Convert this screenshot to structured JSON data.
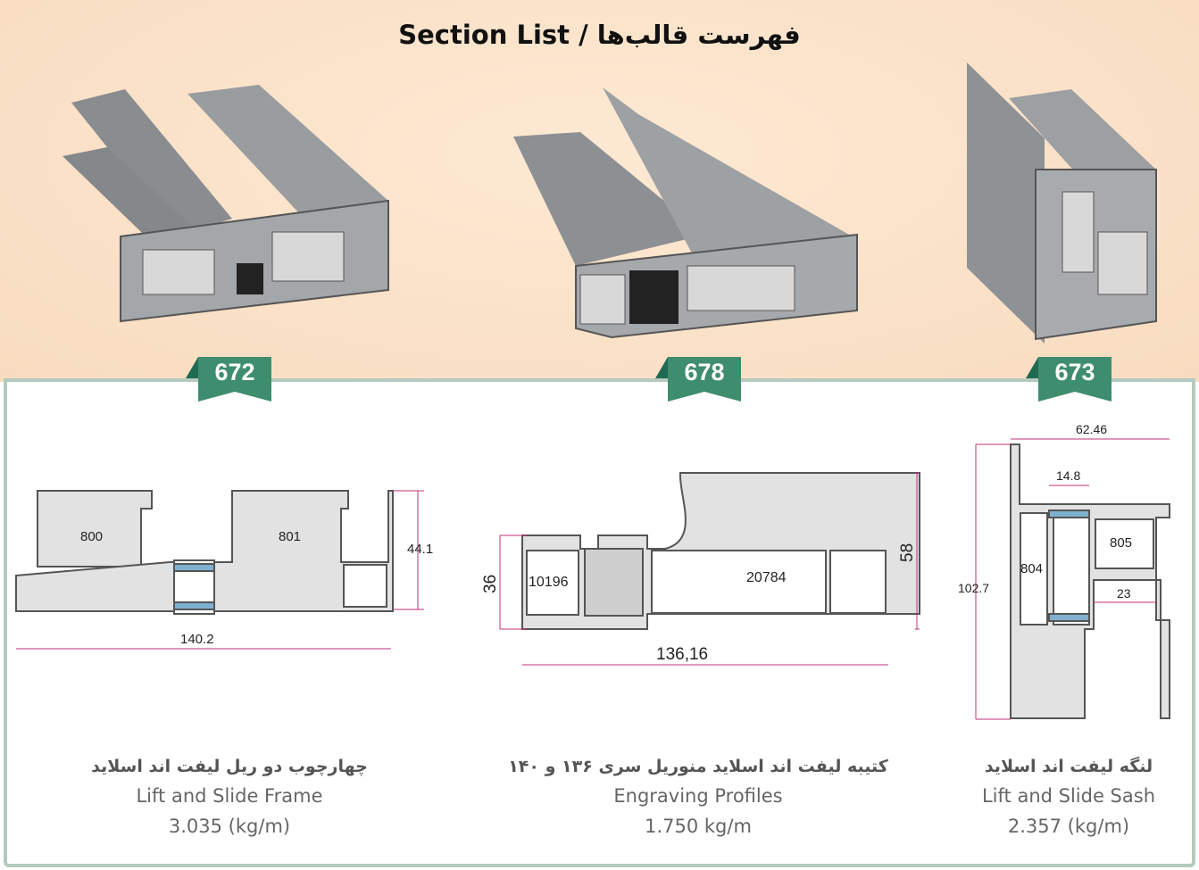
{
  "title": "Section List / فهرست قالب‌ها",
  "colors": {
    "badge": "#3e8d6f",
    "panel_border": "#b6cabf",
    "top_bg": "#fbe3c8",
    "dimension": "#c0307a"
  },
  "products": [
    {
      "code": "672",
      "name_fa": "چهارچوب دو ریل لیفت اند اسلاید",
      "name_en": "Lift and Slide Frame",
      "weight": "3.035 (kg/m)",
      "labels": {
        "chamber_a": "800",
        "chamber_b": "801",
        "height": "44.1",
        "width": "140.2"
      }
    },
    {
      "code": "678",
      "name_fa": "کتیبه لیفت اند اسلاید منوریل سری ۱۳۶ و ۱۴۰",
      "name_en": "Engraving Profiles",
      "weight": "1.750 kg/m",
      "labels": {
        "chamber_a": "10196",
        "chamber_b": "20784",
        "height_left": "36",
        "height_right": "58",
        "width": "136,16"
      }
    },
    {
      "code": "673",
      "name_fa": "لنگه لیفت اند اسلاید",
      "name_en": "Lift and Slide Sash",
      "weight": "2.357 (kg/m)",
      "labels": {
        "chamber_a": "804",
        "chamber_b": "805",
        "width": "62.46",
        "inner_width": "14.8",
        "height": "102.7",
        "inner_gap": "23"
      }
    }
  ]
}
